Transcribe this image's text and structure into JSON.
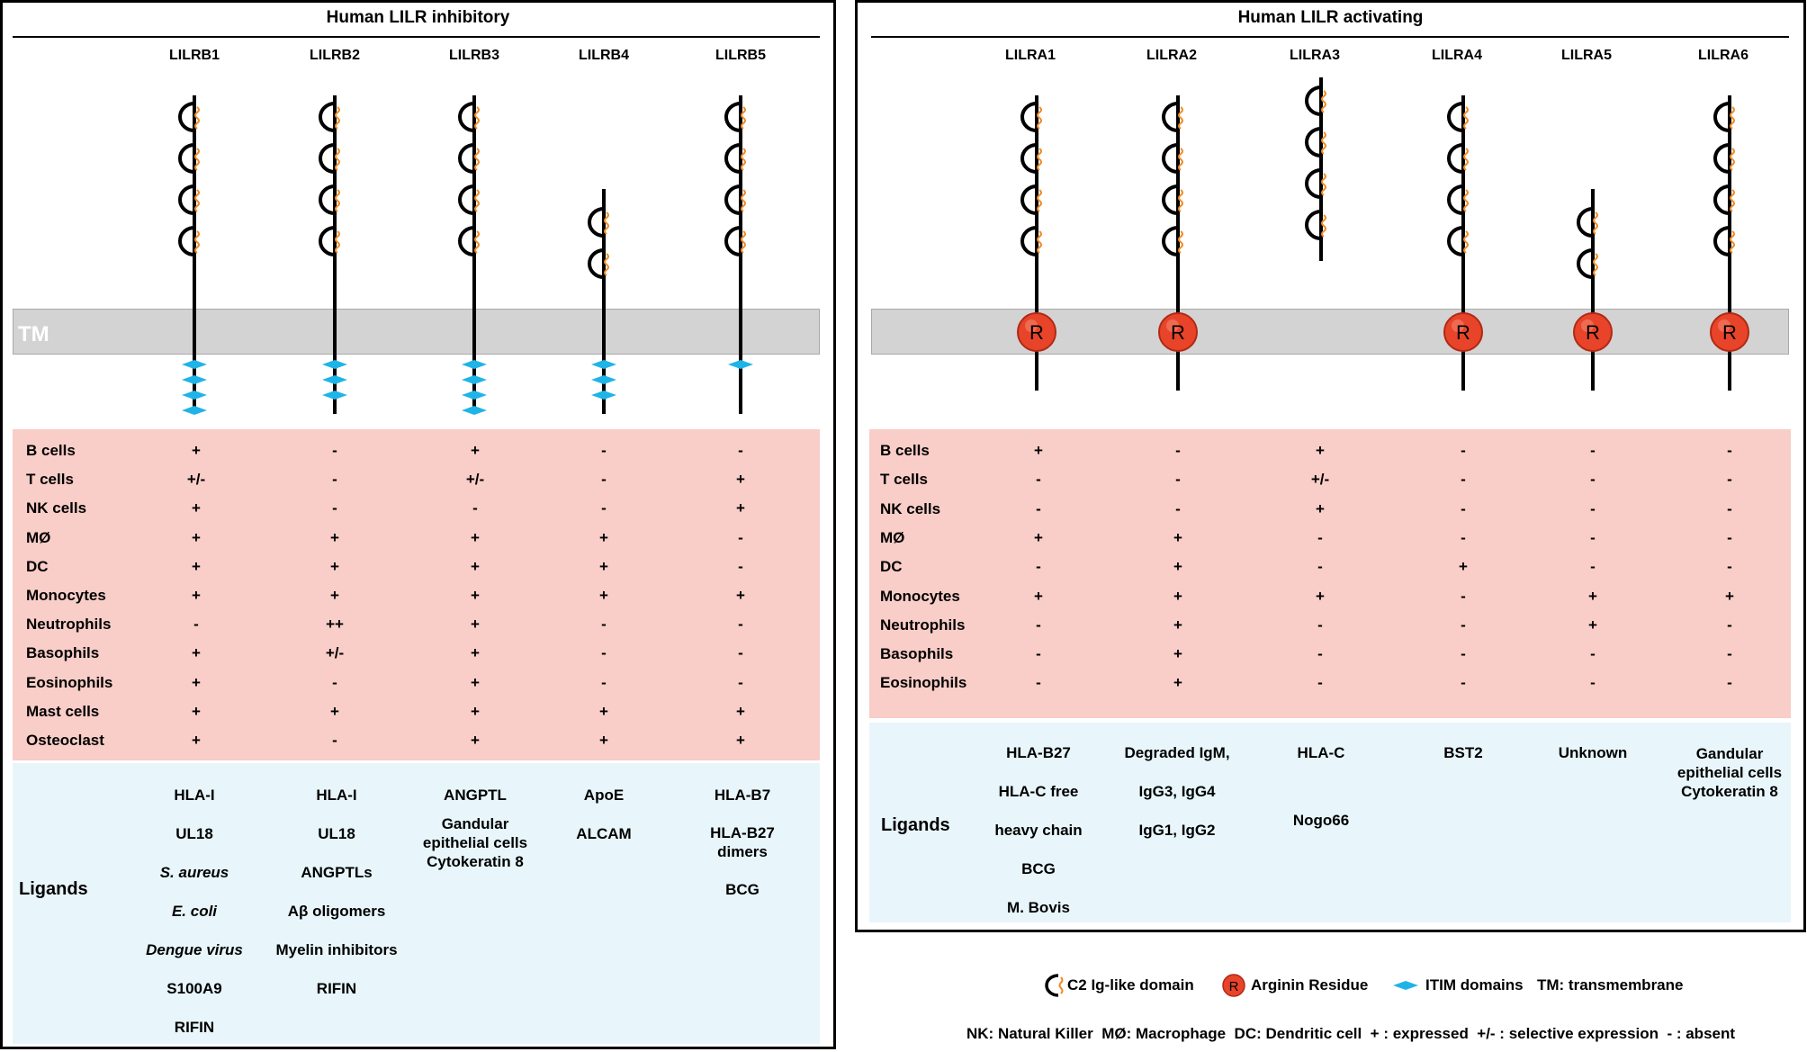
{
  "inhibitory": {
    "title": "Human LILR inhibitory",
    "tm_label": "TM",
    "receptors": [
      {
        "name": "LILRB1",
        "domains": 4,
        "itim": 4
      },
      {
        "name": "LILRB2",
        "domains": 4,
        "itim": 3
      },
      {
        "name": "LILRB3",
        "domains": 4,
        "itim": 4
      },
      {
        "name": "LILRB4",
        "domains": 2,
        "itim": 3
      },
      {
        "name": "LILRB5",
        "domains": 4,
        "itim": 1
      }
    ],
    "expression": {
      "rows": [
        "B cells",
        "T cells",
        "NK cells",
        "MØ",
        "DC",
        "Monocytes",
        "Neutrophils",
        "Basophils",
        "Eosinophils",
        "Mast cells",
        "Osteoclast"
      ],
      "values": [
        [
          "+",
          "-",
          "+",
          "-",
          "-"
        ],
        [
          "+/-",
          "-",
          "+/-",
          "-",
          "+"
        ],
        [
          "+",
          "-",
          "-",
          "-",
          "+"
        ],
        [
          "+",
          "+",
          "+",
          "+",
          "-"
        ],
        [
          "+",
          "+",
          "+",
          "+",
          "-"
        ],
        [
          "+",
          "+",
          "+",
          "+",
          "+"
        ],
        [
          "-",
          "++",
          "+",
          "-",
          "-"
        ],
        [
          "+",
          "+/-",
          "+",
          "-",
          "-"
        ],
        [
          "+",
          "-",
          "+",
          "-",
          "-"
        ],
        [
          "+",
          "+",
          "+",
          "+",
          "+"
        ],
        [
          "+",
          "-",
          "+",
          "+",
          "+"
        ]
      ]
    },
    "ligands_label": "Ligands",
    "ligands": [
      [
        "HLA-I",
        "UL18",
        "S. aureus",
        "E. coli",
        "Dengue virus",
        "S100A9",
        "RIFIN"
      ],
      [
        "HLA-I",
        "UL18",
        "ANGPTLs",
        "Aβ oligomers",
        "Myelin inhibitors",
        "RIFIN"
      ],
      [
        "ANGPTL",
        "Gandular epithelial cells Cytokeratin 8"
      ],
      [
        "ApoE",
        "ALCAM"
      ],
      [
        "HLA-B7",
        "HLA-B27 dimers",
        "BCG"
      ]
    ]
  },
  "activating": {
    "title": "Human LILR activating",
    "receptors": [
      {
        "name": "LILRA1",
        "domains": 4,
        "arginine": true
      },
      {
        "name": "LILRA2",
        "domains": 4,
        "arginine": true
      },
      {
        "name": "LILRA3",
        "domains": 4,
        "arginine": false
      },
      {
        "name": "LILRA4",
        "domains": 4,
        "arginine": true
      },
      {
        "name": "LILRA5",
        "domains": 2,
        "arginine": true
      },
      {
        "name": "LILRA6",
        "domains": 4,
        "arginine": true
      }
    ],
    "arginine_label": "R",
    "expression": {
      "rows": [
        "B cells",
        "T cells",
        "NK cells",
        "MØ",
        "DC",
        "Monocytes",
        "Neutrophils",
        "Basophils",
        "Eosinophils"
      ],
      "values": [
        [
          "+",
          "-",
          "+",
          "-",
          "-",
          "-"
        ],
        [
          "-",
          "-",
          "+/-",
          "-",
          "-",
          "-"
        ],
        [
          "-",
          "-",
          "+",
          "-",
          "-",
          "-"
        ],
        [
          "+",
          "+",
          "-",
          "-",
          "-",
          "-"
        ],
        [
          "-",
          "+",
          "-",
          "+",
          "-",
          "-"
        ],
        [
          "+",
          "+",
          "+",
          "-",
          "+",
          "+"
        ],
        [
          "-",
          "+",
          "-",
          "-",
          "+",
          "-"
        ],
        [
          "-",
          "+",
          "-",
          "-",
          "-",
          "-"
        ],
        [
          "-",
          "+",
          "-",
          "-",
          "-",
          "-"
        ]
      ]
    },
    "ligands_label": "Ligands",
    "ligands": [
      [
        "HLA-B27",
        "HLA-C free",
        "heavy chain",
        "BCG",
        "M. Bovis"
      ],
      [
        "Degraded IgM,",
        "IgG3, IgG4",
        "IgG1, IgG2"
      ],
      [
        "HLA-C",
        "Nogo66"
      ],
      [
        "BST2"
      ],
      [
        "Unknown"
      ],
      [
        "Gandular epithelial cells Cytokeratin 8"
      ]
    ]
  },
  "legend": {
    "c2": "C2 Ig-like domain",
    "arginine": "Arginin Residue",
    "arginine_symbol": "R",
    "itim": "ITIM domains",
    "tm": "TM: transmembrane",
    "abbreviations": "NK: Natural Killer  MØ: Macrophage  DC: Dendritic cell  + : expressed  +/- : selective expression  - : absent"
  },
  "colors": {
    "expression_bg": "#f9cdc8",
    "ligand_bg": "#e8f6fb",
    "tm_band": "#d3d3d3",
    "itim": "#1eb4e8",
    "arginine": "#e8442a",
    "ig_squiggle": "#f08a24"
  }
}
